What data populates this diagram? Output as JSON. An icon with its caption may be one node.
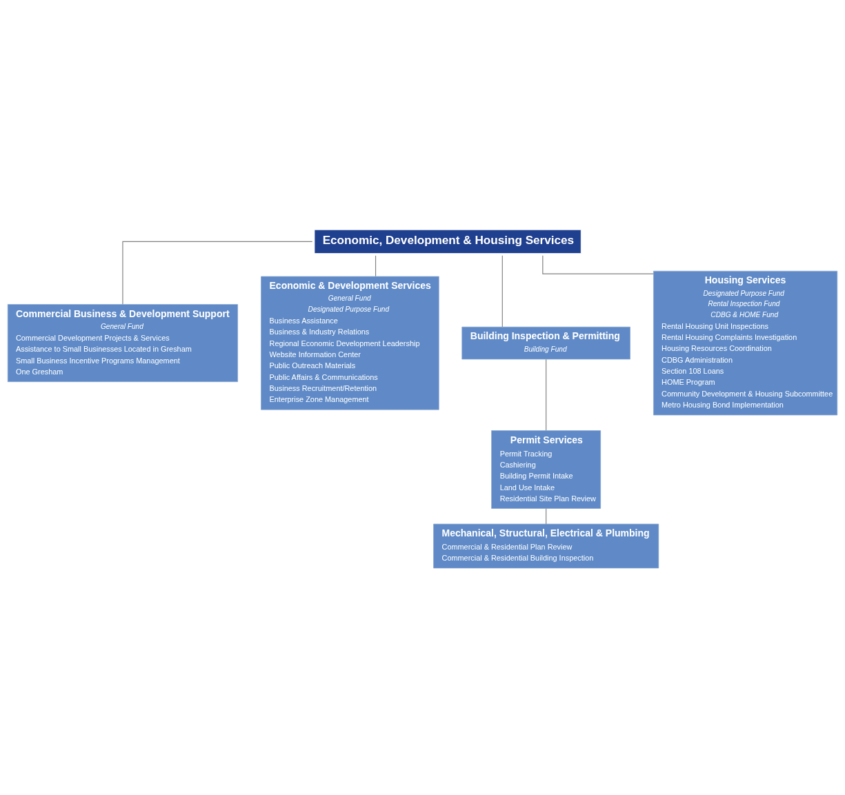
{
  "diagram": {
    "nodes": [
      {
        "text": [
          "Economic, Development & Housing Services"
        ]
      },
      {
        "text": [
          "Commercial Business & Development Support",
          "General Fund",
          "Commercial Development Projects & Services",
          "Assistance to Small Businesses Located in Gresham",
          "Small Business Incentive Programs Management",
          "One Gresham"
        ]
      },
      {
        "text": [
          "Economic & Development Services",
          "General Fund",
          "Designated Purpose Fund",
          "Business Assistance",
          "Business & Industry Relations",
          "Regional Economic Development Leadership",
          "Website Information Center",
          "Public Outreach Materials",
          "Public Affairs & Communications",
          "Business Recruitment/Retention",
          "Enterprise Zone Management"
        ]
      },
      {
        "text": [
          "Building Inspection & Permitting",
          "Building Fund"
        ]
      },
      {
        "text": [
          "Permit Services",
          "Permit Tracking",
          "Cashiering",
          "Building Permit Intake",
          "Land Use Intake",
          "Residential Site Plan Review"
        ]
      },
      {
        "text": [
          "Mechanical, Structural, Electrical & Plumbing",
          "Commercial & Residential Plan Review",
          "Commercial & Residential Building Inspection"
        ]
      },
      {
        "text": [
          "Housing Services",
          "Designated Purpose Fund",
          "Rental Inspection Fund",
          "CDBG & HOME Fund",
          "Rental Housing Unit Inspections",
          "Rental Housing Complaints Investigation",
          "Housing Resources Coordination",
          "CDBG Administration",
          "Section 108 Loans",
          "HOME Program",
          "Community Development & Housing Subcommittee",
          "Metro Housing Bond Implementation"
        ]
      }
    ],
    "edges": [
      {
        "from": 0,
        "to": 3,
        "arrow": "none"
      },
      {
        "from": 0,
        "to": 1,
        "arrow": "none"
      },
      {
        "from": 0,
        "to": 2,
        "arrow": "none"
      },
      {
        "from": 0,
        "to": 6,
        "arrow": "none"
      },
      {
        "from": 3,
        "to": 4,
        "arrow": "none"
      },
      {
        "from": 4,
        "to": 5,
        "arrow": "none"
      }
    ]
  }
}
